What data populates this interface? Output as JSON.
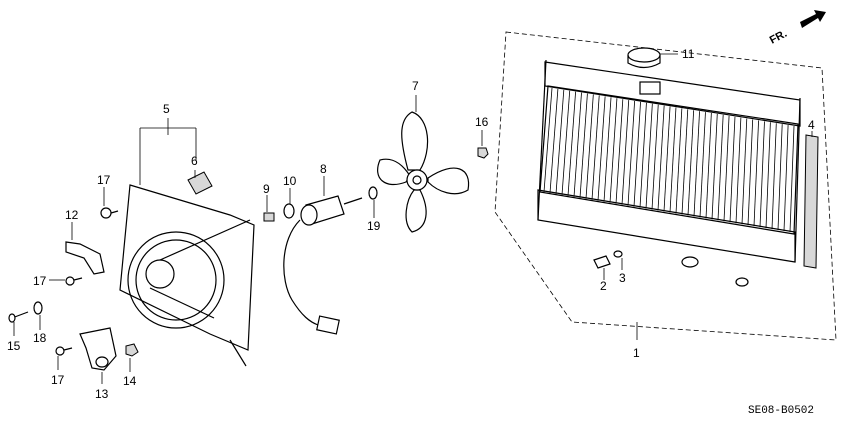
{
  "diagram": {
    "callouts": [
      {
        "id": "part-1",
        "label": "1"
      },
      {
        "id": "part-2",
        "label": "2"
      },
      {
        "id": "part-3",
        "label": "3"
      },
      {
        "id": "part-4",
        "label": "4"
      },
      {
        "id": "part-5",
        "label": "5"
      },
      {
        "id": "part-6",
        "label": "6"
      },
      {
        "id": "part-7",
        "label": "7"
      },
      {
        "id": "part-8",
        "label": "8"
      },
      {
        "id": "part-9",
        "label": "9"
      },
      {
        "id": "part-10",
        "label": "10"
      },
      {
        "id": "part-11",
        "label": "11"
      },
      {
        "id": "part-12",
        "label": "12"
      },
      {
        "id": "part-13",
        "label": "13"
      },
      {
        "id": "part-14",
        "label": "14"
      },
      {
        "id": "part-15",
        "label": "15"
      },
      {
        "id": "part-16",
        "label": "16"
      },
      {
        "id": "part-17a",
        "label": "17"
      },
      {
        "id": "part-17b",
        "label": "17"
      },
      {
        "id": "part-17c",
        "label": "17"
      },
      {
        "id": "part-18",
        "label": "18"
      },
      {
        "id": "part-19",
        "label": "19"
      }
    ],
    "direction_label": "FR.",
    "diagram_code": "SE08-B0502"
  }
}
